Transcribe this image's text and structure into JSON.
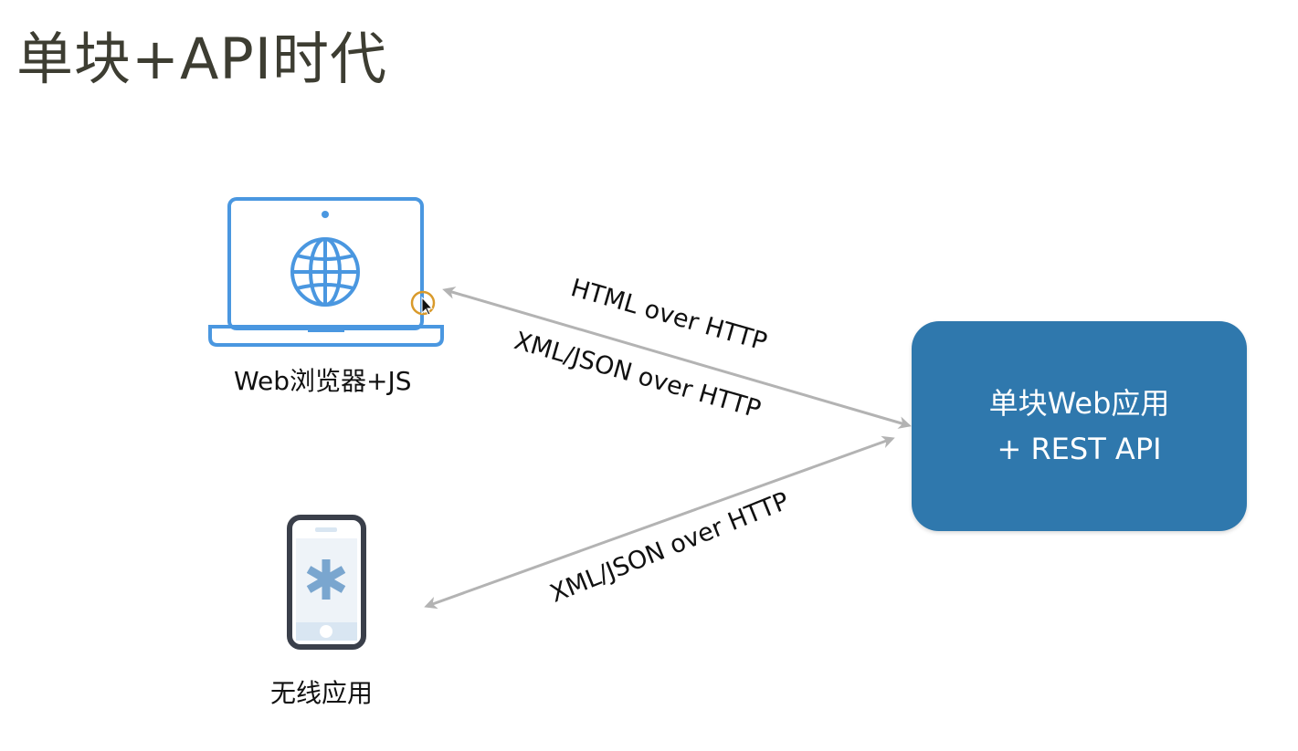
{
  "title": "单块+API时代",
  "nodes": {
    "browser": {
      "label": "Web浏览器+JS",
      "icon": "laptop-globe-icon"
    },
    "mobile": {
      "label": "无线应用",
      "icon": "smartphone-asterisk-icon"
    },
    "server": {
      "line1": "单块Web应用",
      "line2": "+ REST API",
      "color": "#2f78ad"
    }
  },
  "edges": [
    {
      "from": "browser",
      "to": "server",
      "label": "HTML over HTTP"
    },
    {
      "from": "browser",
      "to": "server",
      "label": "XML/JSON over HTTP"
    },
    {
      "from": "mobile",
      "to": "server",
      "label": "XML/JSON over HTTP"
    }
  ],
  "colors": {
    "title": "#3d3d32",
    "laptop": "#4a97e0",
    "phone_frame": "#3a3f4a",
    "phone_accent": "#7aa6cf",
    "arrow": "#b3b3b3",
    "cursor_ring": "#d99a2b"
  }
}
